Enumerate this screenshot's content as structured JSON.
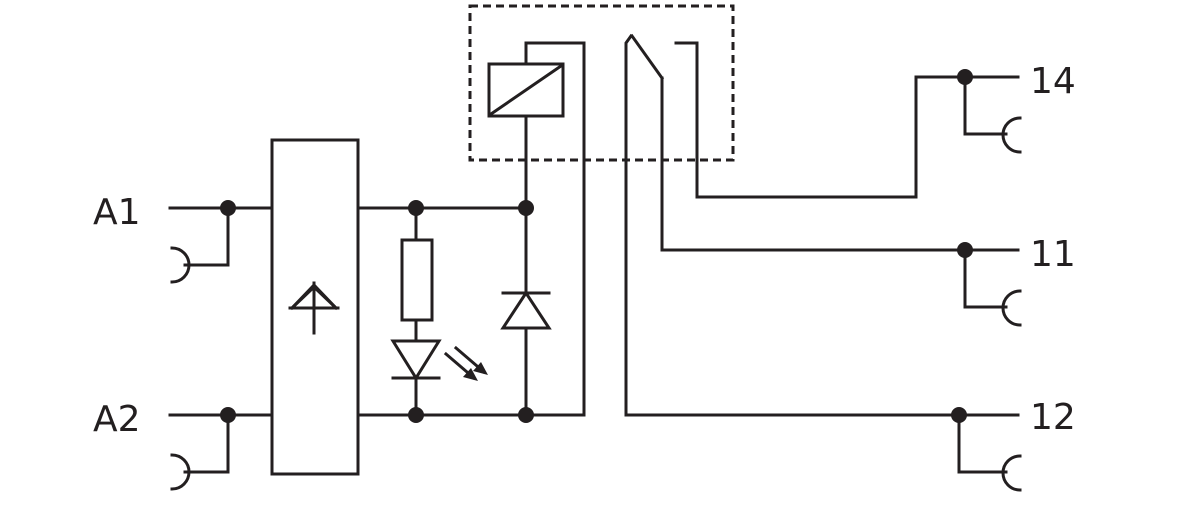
{
  "terminals": {
    "a1": "A1",
    "a2": "A2",
    "t14": "14",
    "t11": "11",
    "t12": "12"
  },
  "colors": {
    "ink": "#231f20",
    "background": "#ffffff"
  }
}
